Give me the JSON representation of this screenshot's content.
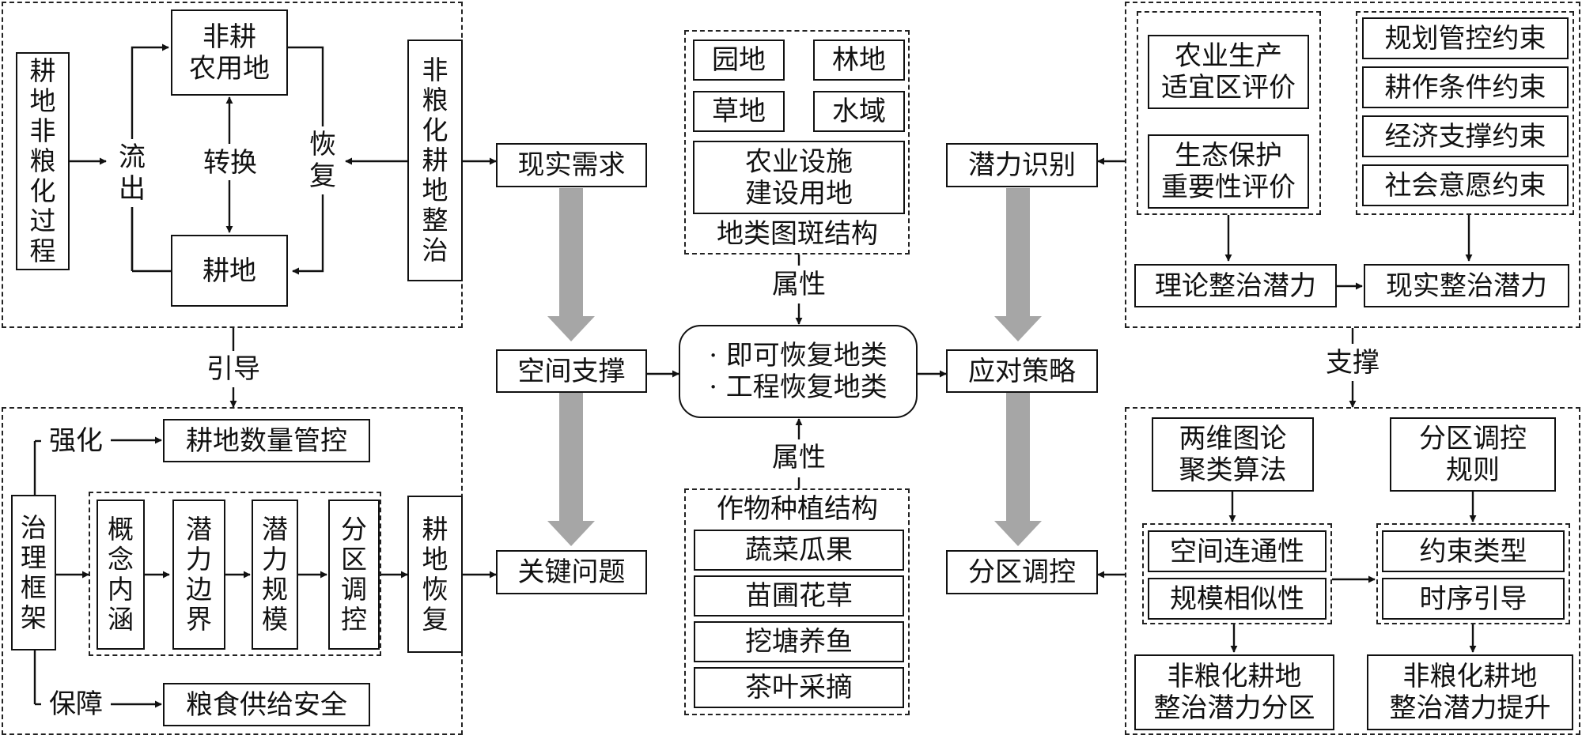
{
  "tl": {
    "process": "耕地非粮化过程",
    "nonfarm": "非耕\n农用地",
    "farmland": "耕地",
    "outflow": "流出",
    "convert": "转换",
    "restore": "恢复",
    "remediation": "非粮化耕地整治"
  },
  "guide": "引导",
  "bl": {
    "strengthen": "强化",
    "quantity": "耕地数量管控",
    "framework": "治理框架",
    "c1": "概念内涵",
    "c2": "潜力边界",
    "c3": "潜力规模",
    "c4": "分区调控",
    "recover": "耕地恢复",
    "guarantee": "保障",
    "food": "粮食供给安全"
  },
  "flow_left": {
    "demand": "现实需求",
    "support": "空间支撑",
    "key": "关键问题"
  },
  "center": {
    "orchard": "园地",
    "forest": "林地",
    "grass": "草地",
    "water": "水域",
    "facility": "农业设施\n建设用地",
    "structure": "地类图斑结构",
    "attr_top": "属性",
    "core1": "· 即可恢复地类",
    "core2": "· 工程恢复地类",
    "attr_bottom": "属性",
    "crop": "作物种植结构",
    "veg": "蔬菜瓜果",
    "nursery": "苗圃花草",
    "fish": "挖塘养鱼",
    "tea": "茶叶采摘"
  },
  "flow_right": {
    "identify": "潜力识别",
    "strategy": "应对策略",
    "zoning": "分区调控"
  },
  "tr": {
    "agri": "农业生产\n适宜区评价",
    "eco": "生态保护\n重要性评价",
    "k1": "规划管控约束",
    "k2": "耕作条件约束",
    "k3": "经济支撑约束",
    "k4": "社会意愿约束",
    "theory": "理论整治潜力",
    "real": "现实整治潜力"
  },
  "support_label": "支撑",
  "br": {
    "algo": "两维图论\n聚类算法",
    "rule": "分区调控\n规则",
    "conn": "空间连通性",
    "sim": "规模相似性",
    "ctype": "约束类型",
    "seq": "时序引导",
    "zone": "非粮化耕地\n整治潜力分区",
    "lift": "非粮化耕地\n整治潜力提升"
  },
  "colors": {
    "stroke": "#111111",
    "big_arrow": "#a6a6a6"
  }
}
